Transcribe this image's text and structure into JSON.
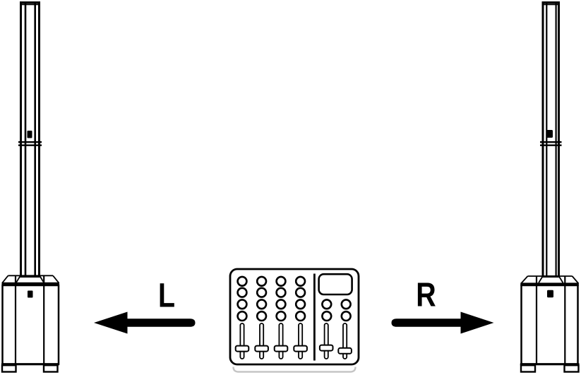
{
  "diagram": {
    "labels": {
      "left_channel": "L",
      "right_channel": "R"
    },
    "colors": {
      "line": "#000000",
      "background": "#ffffff",
      "mixer_shadow": "#c5c5c5"
    },
    "icons": {
      "left_speaker": "column-array-speaker-on-subwoofer",
      "right_speaker": "column-array-speaker-on-subwoofer",
      "mixer": "mixing-console",
      "left_arrow": "arrow-left",
      "right_arrow": "arrow-right"
    }
  }
}
